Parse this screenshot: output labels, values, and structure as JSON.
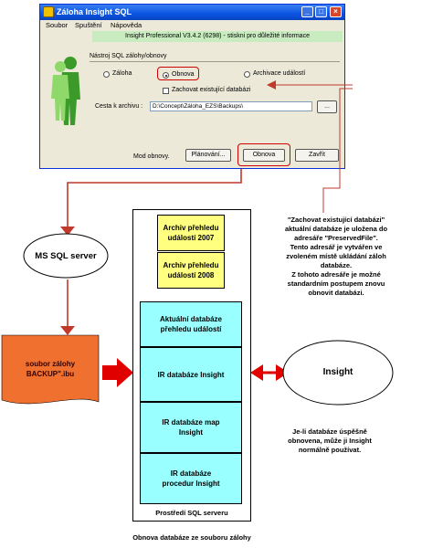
{
  "window": {
    "title": "Záloha Insight SQL",
    "menu": [
      "Soubor",
      "Spuštění",
      "Nápověda"
    ],
    "info": "Insight Professional V3.4.2 (6298) - stiskni pro důležité informace",
    "group_label": "Nástroj SQL zálohy/obnovy",
    "radio_backup": "Záloha",
    "radio_restore": "Obnova",
    "radio_archive": "Archivace událostí",
    "checkbox_keep": "Zachovat existující databázi",
    "path_label": "Cesta k archivu :",
    "path_value": "D:\\Concept\\Záloha_EZS\\Backups\\",
    "browse": "...",
    "mode_label": "Mod obnovy.",
    "btn_schedule": "Plánování...",
    "btn_restore": "Obnova",
    "btn_close": "Zavřít",
    "controls": [
      "_",
      "□",
      "×"
    ]
  },
  "diagram": {
    "ms_sql_server": "MS SQL server",
    "backup_file": [
      "soubor zálohy",
      "BACKUP\".ibu"
    ],
    "insight": "Insight",
    "archive_2007": [
      "Archiv přehledu",
      "událostí 2007"
    ],
    "archive_2008": [
      "Archiv přehledu",
      "událostí 2008"
    ],
    "db_current": [
      "Aktuální databáze",
      "přehledu událostí"
    ],
    "db_ir_insight": "IR databáze Insight",
    "db_ir_map": [
      "IR databáze map",
      "Insight"
    ],
    "db_ir_proc": [
      "IR databáze",
      "procedur Insight"
    ],
    "env_label": "Prostředí SQL serveru",
    "note_keep": [
      "\"Zachovat existující databázi\"",
      "aktuální databáze je uložena do",
      "adresáře \"PreservedFile\".",
      "Tento adresář je vytvářen ve",
      "zvoleném místě ukládání záloh",
      "databáze.",
      "Z tohoto adresáře je možné",
      "standardním postupem znovu",
      "obnovit databázi."
    ],
    "note_restored": [
      "Je-li databáze úspěšně",
      "obnovena, může ji Insight",
      "normálně používat."
    ],
    "caption": "Obnova databáze ze souboru zálohy"
  }
}
